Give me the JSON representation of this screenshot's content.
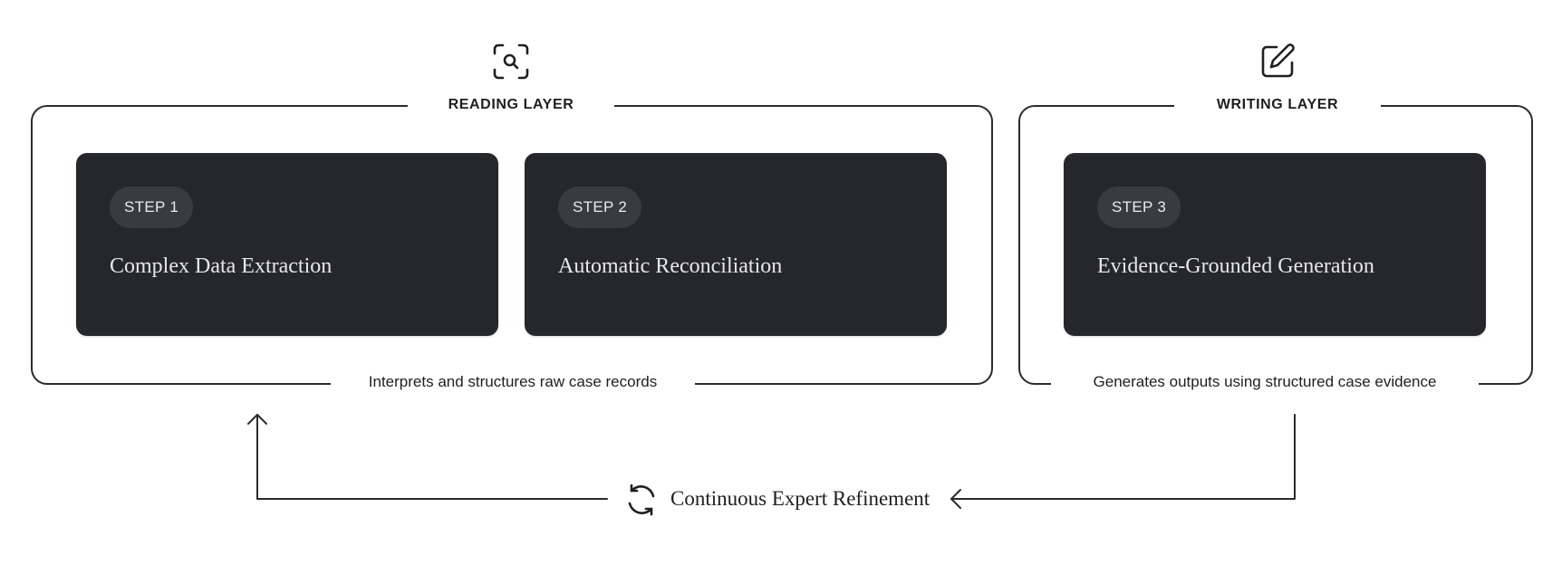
{
  "reading_layer": {
    "title": "READING LAYER",
    "icon": "magnify-scan-icon",
    "caption": "Interprets and structures raw case records",
    "steps": [
      {
        "badge": "STEP 1",
        "title": "Complex Data Extraction"
      },
      {
        "badge": "STEP 2",
        "title": "Automatic Reconciliation"
      }
    ]
  },
  "writing_layer": {
    "title": "WRITING LAYER",
    "icon": "edit-pencil-icon",
    "caption": "Generates outputs using structured case evidence",
    "steps": [
      {
        "badge": "STEP 3",
        "title": "Evidence-Grounded Generation"
      }
    ]
  },
  "feedback_loop": {
    "label": "Continuous Expert Refinement",
    "icon": "refresh-cycle-icon"
  },
  "colors": {
    "card_background": "#26262d",
    "badge_background": "#3a3a43",
    "line": "#2b2b2e",
    "background": "#ffffff"
  }
}
